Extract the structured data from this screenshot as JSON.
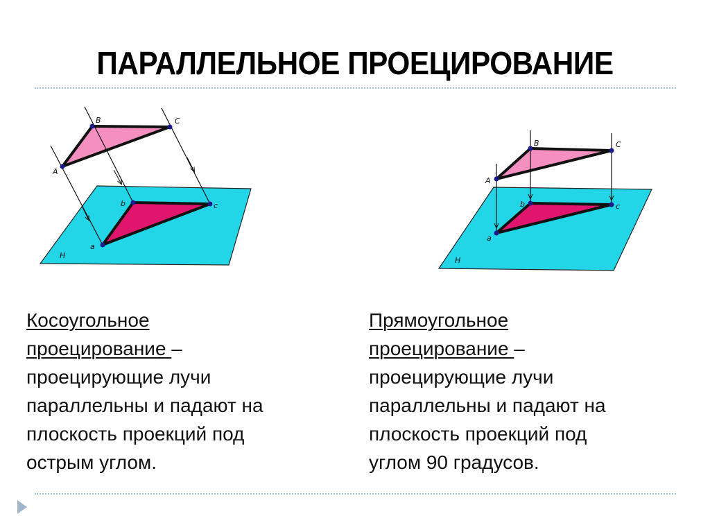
{
  "slide": {
    "title": "ПАРАЛЛЕЛЬНОЕ ПРОЕЦИРОВАНИЕ"
  },
  "colors": {
    "plane": "#22d6e8",
    "triangle_space": "#f48fbf",
    "triangle_projection": "#e0156e",
    "points": "#1a1a8c",
    "rule": "#a9bfd1",
    "nav_arrow": "#9fb6cc"
  },
  "figures": {
    "oblique": {
      "plane_label": "H",
      "space_points": [
        "A",
        "B",
        "C"
      ],
      "projection_points": [
        "a",
        "b",
        "c"
      ]
    },
    "orthogonal": {
      "plane_label": "H",
      "space_points": [
        "A",
        "B",
        "C"
      ],
      "projection_points": [
        "a",
        "b",
        "c"
      ]
    }
  },
  "left_text": {
    "term_line1": "Косоугольное",
    "term_line2": "проецирование ",
    "dash": "–",
    "line3": "проецирующие лучи",
    "line4": "параллельны и падают на",
    "line5": "плоскость проекций под",
    "line6": "острым углом."
  },
  "right_text": {
    "term_line1": "Прямоугольное",
    "term_line2": "проецирование ",
    "dash": "–",
    "line3": "проецирующие лучи",
    "line4": "параллельны и падают на",
    "line5": "плоскость проекций под",
    "line6": "углом 90 градусов."
  }
}
